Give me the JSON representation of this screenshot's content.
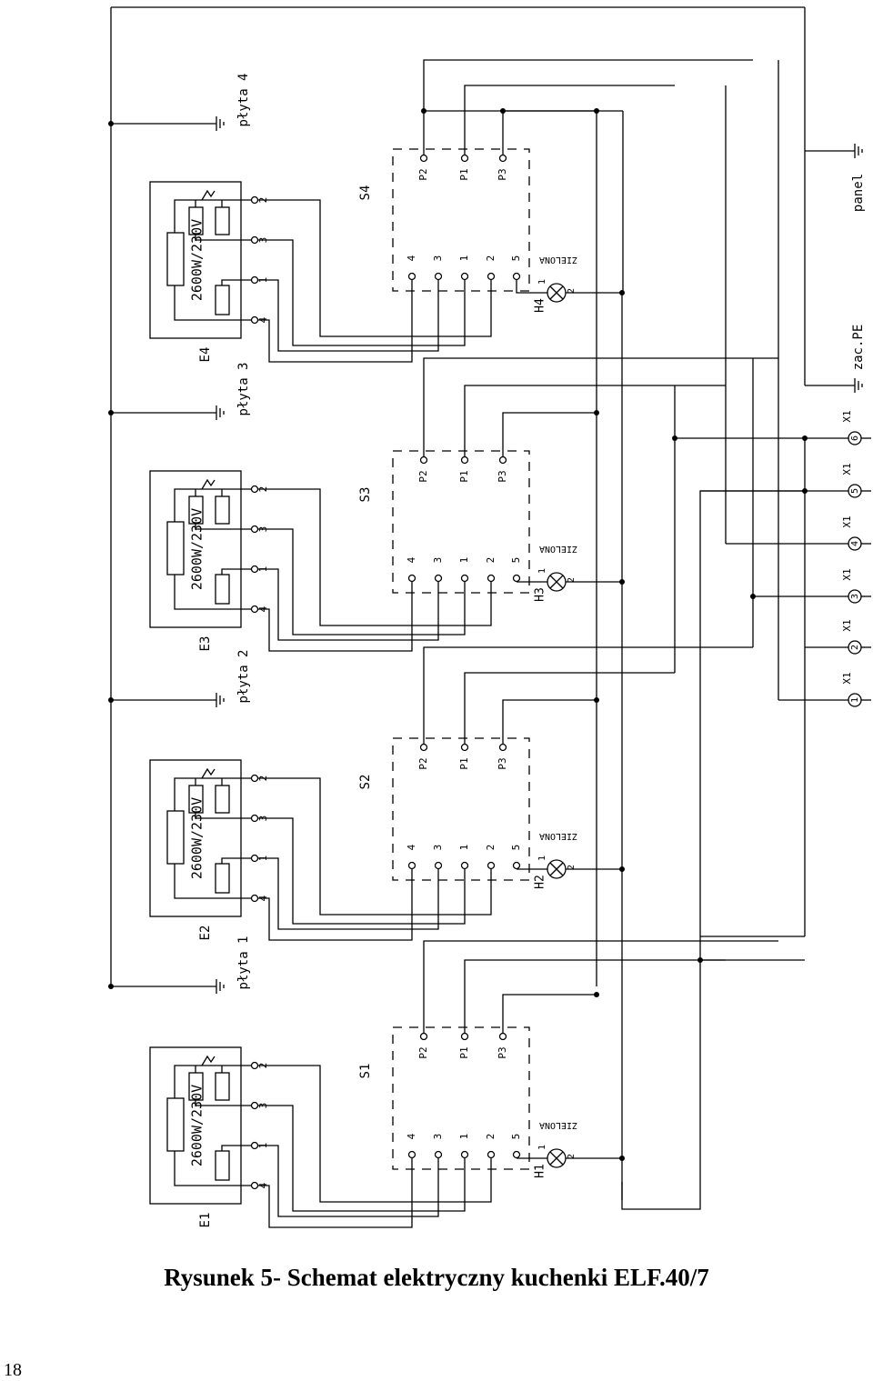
{
  "figure": {
    "caption": "Rysunek 5- Schemat elektryczny kuchenki ELF.40/7",
    "page_number": "18"
  },
  "diagram": {
    "plates": [
      {
        "designator": "E1",
        "label": "płyta 1",
        "rating": "2600W/230V",
        "terminals": [
          "4",
          "1",
          "3",
          "2"
        ]
      },
      {
        "designator": "E2",
        "label": "płyta 2",
        "rating": "2600W/230V",
        "terminals": [
          "4",
          "1",
          "3",
          "2"
        ]
      },
      {
        "designator": "E3",
        "label": "płyta 3",
        "rating": "2600W/230V",
        "terminals": [
          "4",
          "1",
          "3",
          "2"
        ]
      },
      {
        "designator": "E4",
        "label": "płyta 4",
        "rating": "2600W/230V",
        "terminals": [
          "4",
          "1",
          "3",
          "2"
        ]
      }
    ],
    "switches": [
      {
        "designator": "S1",
        "top_pins": [
          "P2",
          "P1",
          "P3"
        ],
        "bottom_pins": [
          "4",
          "3",
          "1",
          "2",
          "5"
        ]
      },
      {
        "designator": "S2",
        "top_pins": [
          "P2",
          "P1",
          "P3"
        ],
        "bottom_pins": [
          "4",
          "3",
          "1",
          "2",
          "5"
        ]
      },
      {
        "designator": "S3",
        "top_pins": [
          "P2",
          "P1",
          "P3"
        ],
        "bottom_pins": [
          "4",
          "3",
          "1",
          "2",
          "5"
        ]
      },
      {
        "designator": "S4",
        "top_pins": [
          "P2",
          "P1",
          "P3"
        ],
        "bottom_pins": [
          "4",
          "3",
          "1",
          "2",
          "5"
        ]
      }
    ],
    "lamps": [
      {
        "designator": "H1",
        "color": "ZIELONA",
        "pins": [
          "1",
          "2"
        ]
      },
      {
        "designator": "H2",
        "color": "ZIELONA",
        "pins": [
          "1",
          "2"
        ]
      },
      {
        "designator": "H3",
        "color": "ZIELONA",
        "pins": [
          "1",
          "2"
        ]
      },
      {
        "designator": "H4",
        "color": "ZIELONA",
        "pins": [
          "1",
          "2"
        ]
      }
    ],
    "connector": {
      "designator": "X1",
      "pins": [
        "1",
        "2",
        "3",
        "4",
        "5",
        "6"
      ]
    },
    "ground_labels": {
      "panel": "panel",
      "earth": "zac.PE"
    }
  }
}
